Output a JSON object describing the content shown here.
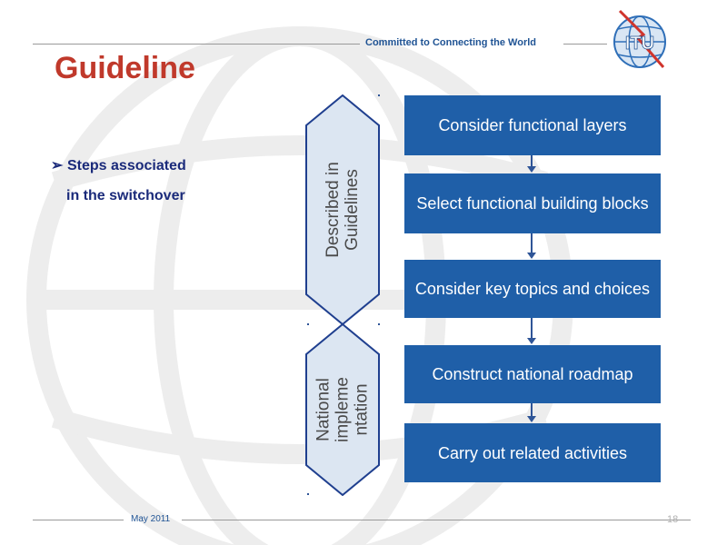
{
  "header": {
    "tagline": "Committed to Connecting the World",
    "logo_text": "ITU"
  },
  "title": {
    "text": "Guideline",
    "underscore": " "
  },
  "bullet": {
    "marker": "➢",
    "line1": "Steps associated",
    "line2": "in the switchover"
  },
  "phases": [
    {
      "label": "Described in\nGuidelines"
    },
    {
      "label": "National\nimpleme\nntation"
    }
  ],
  "steps": [
    {
      "label": "Consider functional layers"
    },
    {
      "label": "Select functional building blocks"
    },
    {
      "label": "Consider  key topics and choices"
    },
    {
      "label": "Construct national roadmap"
    },
    {
      "label": "Carry out related activities"
    }
  ],
  "footer": {
    "date": "May 2011",
    "page_number": "18"
  },
  "colors": {
    "step_fill": "#1f5fa8",
    "hex_fill": "#dce6f2",
    "hex_stroke": "#1f3f8f",
    "title": "#c0392b",
    "tagline": "#1f5394"
  }
}
